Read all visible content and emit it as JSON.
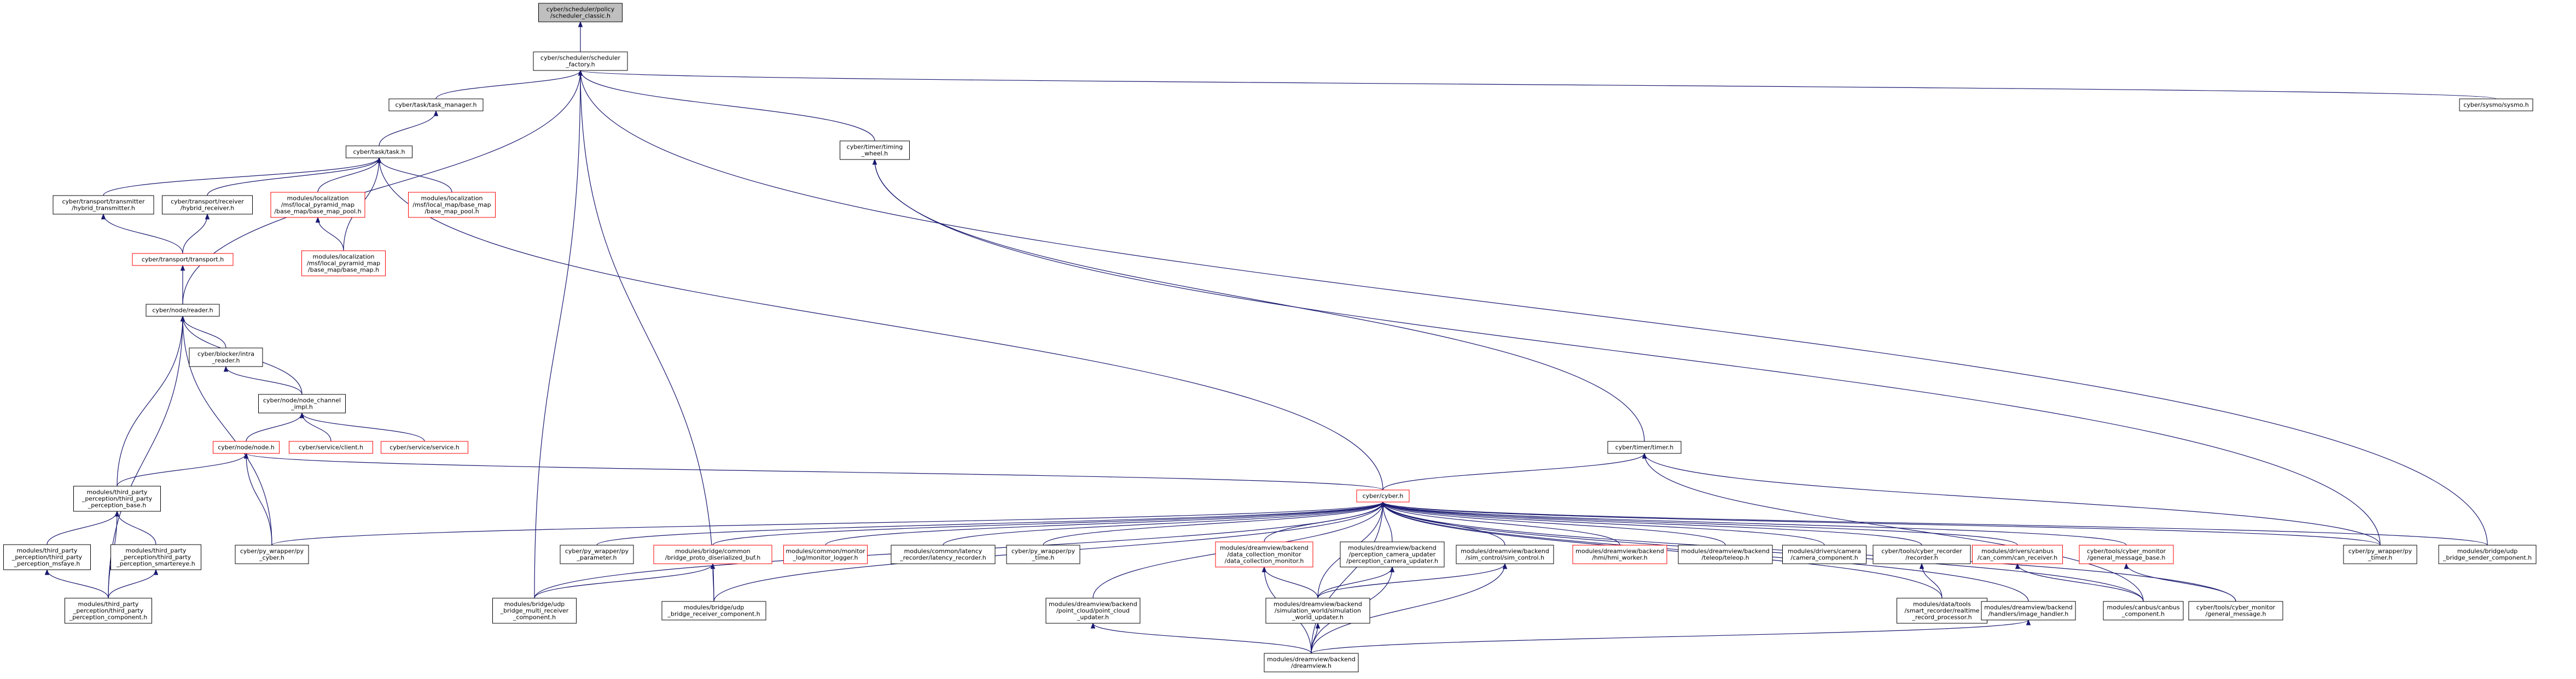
{
  "colors": {
    "edge": "#191970",
    "border_normal": "#000000",
    "border_truncated": "#ff0000",
    "fill_root": "#bfbfbf",
    "fill_node": "#ffffff",
    "text": "#000000"
  },
  "graph": {
    "nodes": [
      {
        "id": "scheduler_classic",
        "lines": [
          "cyber/scheduler/policy",
          "/scheduler_classic.h"
        ],
        "style": "root"
      },
      {
        "id": "scheduler_factory",
        "lines": [
          "cyber/scheduler/scheduler",
          "_factory.h"
        ],
        "style": "normal"
      },
      {
        "id": "task_manager",
        "lines": [
          "cyber/task/task_manager.h"
        ],
        "style": "normal"
      },
      {
        "id": "task",
        "lines": [
          "cyber/task/task.h"
        ],
        "style": "normal"
      },
      {
        "id": "timing_wheel",
        "lines": [
          "cyber/timer/timing",
          "_wheel.h"
        ],
        "style": "normal"
      },
      {
        "id": "sysmo",
        "lines": [
          "cyber/sysmo/sysmo.h"
        ],
        "style": "normal"
      },
      {
        "id": "hybrid_transmitter",
        "lines": [
          "cyber/transport/transmitter",
          "/hybrid_transmitter.h"
        ],
        "style": "normal"
      },
      {
        "id": "hybrid_receiver",
        "lines": [
          "cyber/transport/receiver",
          "/hybrid_receiver.h"
        ],
        "style": "normal"
      },
      {
        "id": "base_map_pool_pyr",
        "lines": [
          "modules/localization",
          "/msf/local_pyramid_map",
          "/base_map/base_map_pool.h"
        ],
        "style": "truncated"
      },
      {
        "id": "base_map_pool_loc",
        "lines": [
          "modules/localization",
          "/msf/local_map/base_map",
          "/base_map_pool.h"
        ],
        "style": "truncated"
      },
      {
        "id": "base_map_pyr",
        "lines": [
          "modules/localization",
          "/msf/local_pyramid_map",
          "/base_map/base_map.h"
        ],
        "style": "truncated"
      },
      {
        "id": "transport",
        "lines": [
          "cyber/transport/transport.h"
        ],
        "style": "truncated"
      },
      {
        "id": "reader",
        "lines": [
          "cyber/node/reader.h"
        ],
        "style": "normal"
      },
      {
        "id": "intra_reader",
        "lines": [
          "cyber/blocker/intra",
          "_reader.h"
        ],
        "style": "normal"
      },
      {
        "id": "node_channel_impl",
        "lines": [
          "cyber/node/node_channel",
          "_impl.h"
        ],
        "style": "normal"
      },
      {
        "id": "node",
        "lines": [
          "cyber/node/node.h"
        ],
        "style": "truncated"
      },
      {
        "id": "client",
        "lines": [
          "cyber/service/client.h"
        ],
        "style": "truncated"
      },
      {
        "id": "service",
        "lines": [
          "cyber/service/service.h"
        ],
        "style": "truncated"
      },
      {
        "id": "timer",
        "lines": [
          "cyber/timer/timer.h"
        ],
        "style": "normal"
      },
      {
        "id": "cyber",
        "lines": [
          "cyber/cyber.h"
        ],
        "style": "truncated"
      },
      {
        "id": "perception_base",
        "lines": [
          "modules/third_party",
          "_perception/third_party",
          "_perception_base.h"
        ],
        "style": "normal"
      },
      {
        "id": "perception_msfaye",
        "lines": [
          "modules/third_party",
          "_perception/third_party",
          "_perception_msfaye.h"
        ],
        "style": "normal"
      },
      {
        "id": "perception_smartereye",
        "lines": [
          "modules/third_party",
          "_perception/third_party",
          "_perception_smartereye.h"
        ],
        "style": "normal"
      },
      {
        "id": "perception_component",
        "lines": [
          "modules/third_party",
          "_perception/third_party",
          "_perception_component.h"
        ],
        "style": "normal"
      },
      {
        "id": "py_cyber",
        "lines": [
          "cyber/py_wrapper/py",
          "_cyber.h"
        ],
        "style": "normal"
      },
      {
        "id": "py_parameter",
        "lines": [
          "cyber/py_wrapper/py",
          "_parameter.h"
        ],
        "style": "normal"
      },
      {
        "id": "bridge_proto_diser",
        "lines": [
          "modules/bridge/common",
          "/bridge_proto_diserialized_buf.h"
        ],
        "style": "truncated"
      },
      {
        "id": "monitor_logger",
        "lines": [
          "modules/common/monitor",
          "_log/monitor_logger.h"
        ],
        "style": "truncated"
      },
      {
        "id": "latency_recorder",
        "lines": [
          "modules/common/latency",
          "_recorder/latency_recorder.h"
        ],
        "style": "normal"
      },
      {
        "id": "py_time",
        "lines": [
          "cyber/py_wrapper/py",
          "_time.h"
        ],
        "style": "normal"
      },
      {
        "id": "data_collection_monitor",
        "lines": [
          "modules/dreamview/backend",
          "/data_collection_monitor",
          "/data_collection_monitor.h"
        ],
        "style": "truncated"
      },
      {
        "id": "perception_camera_updater",
        "lines": [
          "modules/dreamview/backend",
          "/perception_camera_updater",
          "/perception_camera_updater.h"
        ],
        "style": "normal"
      },
      {
        "id": "sim_control",
        "lines": [
          "modules/dreamview/backend",
          "/sim_control/sim_control.h"
        ],
        "style": "normal"
      },
      {
        "id": "hmi_worker",
        "lines": [
          "modules/dreamview/backend",
          "/hmi/hmi_worker.h"
        ],
        "style": "truncated"
      },
      {
        "id": "teleop",
        "lines": [
          "modules/dreamview/backend",
          "/teleop/teleop.h"
        ],
        "style": "normal"
      },
      {
        "id": "camera_component",
        "lines": [
          "modules/drivers/camera",
          "/camera_component.h"
        ],
        "style": "normal"
      },
      {
        "id": "cyber_recorder",
        "lines": [
          "cyber/tools/cyber_recorder",
          "/recorder.h"
        ],
        "style": "normal"
      },
      {
        "id": "can_receiver",
        "lines": [
          "modules/drivers/canbus",
          "/can_comm/can_receiver.h"
        ],
        "style": "truncated"
      },
      {
        "id": "general_message_base",
        "lines": [
          "cyber/tools/cyber_monitor",
          "/general_message_base.h"
        ],
        "style": "truncated"
      },
      {
        "id": "py_timer",
        "lines": [
          "cyber/py_wrapper/py",
          "_timer.h"
        ],
        "style": "normal"
      },
      {
        "id": "bridge_sender_component",
        "lines": [
          "modules/bridge/udp",
          "_bridge_sender_component.h"
        ],
        "style": "normal"
      },
      {
        "id": "bridge_multi_receiver",
        "lines": [
          "modules/bridge/udp",
          "_bridge_multi_receiver",
          "_component.h"
        ],
        "style": "normal"
      },
      {
        "id": "bridge_receiver_component",
        "lines": [
          "modules/bridge/udp",
          "_bridge_receiver_component.h"
        ],
        "style": "normal"
      },
      {
        "id": "point_cloud_updater",
        "lines": [
          "modules/dreamview/backend",
          "/point_cloud/point_cloud",
          "_updater.h"
        ],
        "style": "normal"
      },
      {
        "id": "simulation_world_updater",
        "lines": [
          "modules/dreamview/backend",
          "/simulation_world/simulation",
          "_world_updater.h"
        ],
        "style": "normal"
      },
      {
        "id": "smart_recorder",
        "lines": [
          "modules/data/tools",
          "/smart_recorder/realtime",
          "_record_processor.h"
        ],
        "style": "normal"
      },
      {
        "id": "image_handler",
        "lines": [
          "modules/dreamview/backend",
          "/handlers/image_handler.h"
        ],
        "style": "normal"
      },
      {
        "id": "canbus_component",
        "lines": [
          "modules/canbus/canbus",
          "_component.h"
        ],
        "style": "normal"
      },
      {
        "id": "general_message",
        "lines": [
          "cyber/tools/cyber_monitor",
          "/general_message.h"
        ],
        "style": "normal"
      },
      {
        "id": "dreamview",
        "lines": [
          "modules/dreamview/backend",
          "/dreamview.h"
        ],
        "style": "normal"
      }
    ],
    "edges": [
      [
        "scheduler_factory",
        "scheduler_classic"
      ],
      [
        "task_manager",
        "scheduler_factory"
      ],
      [
        "task",
        "task_manager"
      ],
      [
        "timing_wheel",
        "scheduler_factory"
      ],
      [
        "sysmo",
        "scheduler_factory"
      ],
      [
        "bridge_sender_component",
        "scheduler_factory"
      ],
      [
        "reader",
        "scheduler_factory"
      ],
      [
        "bridge_multi_receiver",
        "scheduler_factory"
      ],
      [
        "bridge_receiver_component",
        "scheduler_factory"
      ],
      [
        "hybrid_transmitter",
        "task"
      ],
      [
        "hybrid_receiver",
        "task"
      ],
      [
        "base_map_pool_pyr",
        "task"
      ],
      [
        "base_map_pool_loc",
        "task"
      ],
      [
        "base_map_pyr",
        "task"
      ],
      [
        "cyber",
        "task"
      ],
      [
        "base_map_pyr",
        "base_map_pool_pyr"
      ],
      [
        "transport",
        "hybrid_transmitter"
      ],
      [
        "transport",
        "hybrid_receiver"
      ],
      [
        "reader",
        "transport"
      ],
      [
        "intra_reader",
        "reader"
      ],
      [
        "node_channel_impl",
        "reader"
      ],
      [
        "perception_base",
        "reader"
      ],
      [
        "perception_component",
        "reader"
      ],
      [
        "py_cyber",
        "reader"
      ],
      [
        "node_channel_impl",
        "intra_reader"
      ],
      [
        "node",
        "node_channel_impl"
      ],
      [
        "client",
        "node_channel_impl"
      ],
      [
        "service",
        "node_channel_impl"
      ],
      [
        "py_cyber",
        "node"
      ],
      [
        "cyber",
        "node"
      ],
      [
        "perception_base",
        "node"
      ],
      [
        "timer",
        "timing_wheel"
      ],
      [
        "py_timer",
        "timing_wheel"
      ],
      [
        "cyber",
        "timer"
      ],
      [
        "py_timer",
        "timer"
      ],
      [
        "canbus_component",
        "timer"
      ],
      [
        "perception_msfaye",
        "perception_base"
      ],
      [
        "perception_smartereye",
        "perception_base"
      ],
      [
        "perception_component",
        "perception_base"
      ],
      [
        "perception_component",
        "perception_msfaye"
      ],
      [
        "perception_component",
        "perception_smartereye"
      ],
      [
        "py_cyber",
        "cyber"
      ],
      [
        "py_parameter",
        "cyber"
      ],
      [
        "bridge_proto_diser",
        "cyber"
      ],
      [
        "monitor_logger",
        "cyber"
      ],
      [
        "latency_recorder",
        "cyber"
      ],
      [
        "py_time",
        "cyber"
      ],
      [
        "data_collection_monitor",
        "cyber"
      ],
      [
        "perception_camera_updater",
        "cyber"
      ],
      [
        "sim_control",
        "cyber"
      ],
      [
        "hmi_worker",
        "cyber"
      ],
      [
        "teleop",
        "cyber"
      ],
      [
        "camera_component",
        "cyber"
      ],
      [
        "cyber_recorder",
        "cyber"
      ],
      [
        "can_receiver",
        "cyber"
      ],
      [
        "general_message_base",
        "cyber"
      ],
      [
        "py_timer",
        "cyber"
      ],
      [
        "bridge_sender_component",
        "cyber"
      ],
      [
        "bridge_multi_receiver",
        "cyber"
      ],
      [
        "bridge_receiver_component",
        "cyber"
      ],
      [
        "point_cloud_updater",
        "cyber"
      ],
      [
        "simulation_world_updater",
        "cyber"
      ],
      [
        "smart_recorder",
        "cyber"
      ],
      [
        "image_handler",
        "cyber"
      ],
      [
        "canbus_component",
        "cyber"
      ],
      [
        "general_message",
        "cyber"
      ],
      [
        "dreamview",
        "cyber"
      ],
      [
        "bridge_multi_receiver",
        "bridge_proto_diser"
      ],
      [
        "bridge_receiver_component",
        "bridge_proto_diser"
      ],
      [
        "simulation_world_updater",
        "data_collection_monitor"
      ],
      [
        "dreamview",
        "data_collection_monitor"
      ],
      [
        "simulation_world_updater",
        "perception_camera_updater"
      ],
      [
        "dreamview",
        "perception_camera_updater"
      ],
      [
        "simulation_world_updater",
        "sim_control"
      ],
      [
        "dreamview",
        "sim_control"
      ],
      [
        "smart_recorder",
        "cyber_recorder"
      ],
      [
        "canbus_component",
        "can_receiver"
      ],
      [
        "general_message",
        "general_message_base"
      ],
      [
        "dreamview",
        "point_cloud_updater"
      ],
      [
        "dreamview",
        "simulation_world_updater"
      ],
      [
        "dreamview",
        "image_handler"
      ]
    ]
  }
}
